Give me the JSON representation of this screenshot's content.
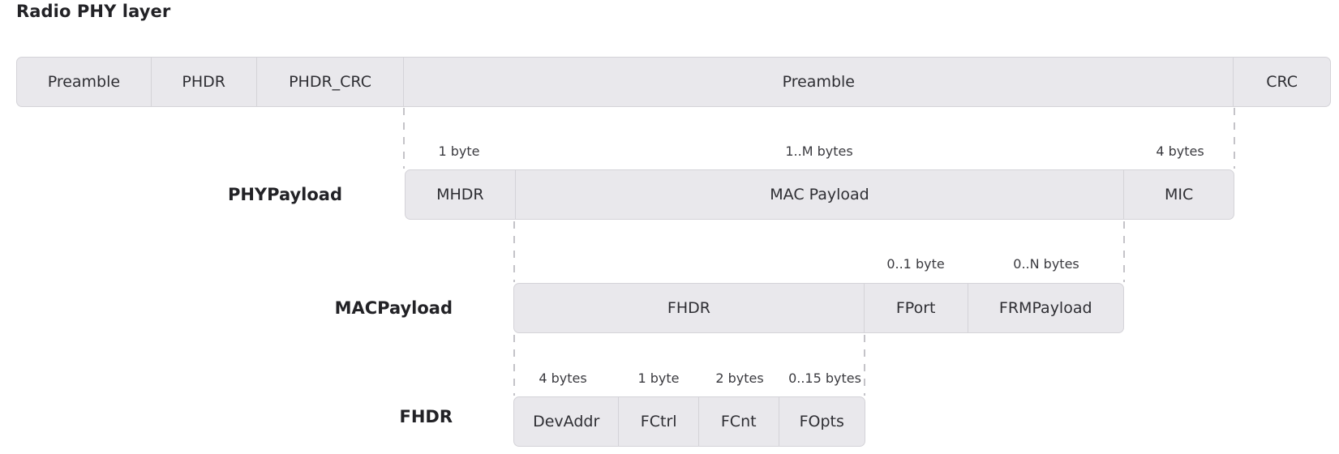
{
  "title": "Radio PHY layer",
  "rows": {
    "radio": {
      "segments": [
        "Preamble",
        "PHDR",
        "PHDR_CRC",
        "Preamble",
        "CRC"
      ]
    },
    "phy_payload": {
      "label": "PHYPayload",
      "sizes": [
        "1 byte",
        "1..M bytes",
        "4 bytes"
      ],
      "segments": [
        "MHDR",
        "MAC Payload",
        "MIC"
      ]
    },
    "mac_payload": {
      "label": "MACPayload",
      "sizes": [
        "0..1 byte",
        "0..N bytes"
      ],
      "segments": [
        "FHDR",
        "FPort",
        "FRMPayload"
      ]
    },
    "fhdr": {
      "label": "FHDR",
      "sizes": [
        "4 bytes",
        "1 byte",
        "2 bytes",
        "0..15 bytes"
      ],
      "segments": [
        "DevAddr",
        "FCtrl",
        "FCnt",
        "FOpts"
      ]
    }
  },
  "colors": {
    "segment_fill": "#e9e8ec",
    "segment_border": "#d4d3d8",
    "connector_dash": "#b0afb5"
  }
}
